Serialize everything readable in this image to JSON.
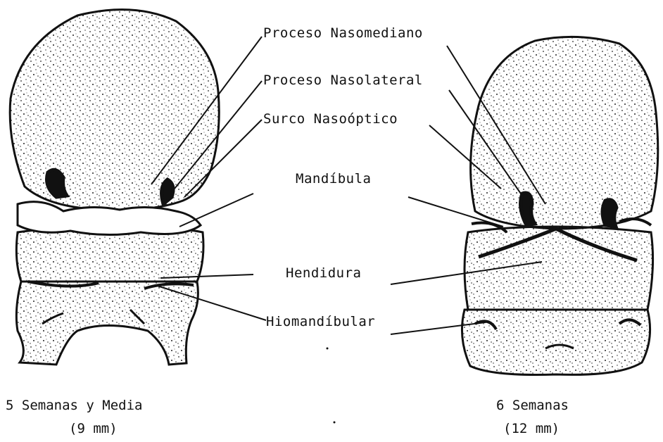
{
  "labels": {
    "proceso_nasomediano": "Proceso Nasomediano",
    "proceso_nasolateral": "Proceso Nasolateral",
    "surco_nasooptico": "Surco Nasoóptico",
    "mandibula": "Mandíbula",
    "hendidura": "Hendidura",
    "hiomandibular": "Hiomandíbular"
  },
  "captions": {
    "left_line1": "5 Semanas y Media",
    "left_line2": "(9 mm)",
    "right_line1": "6 Semanas",
    "right_line2": "(12 mm)"
  },
  "colors": {
    "ink": "#111111",
    "paper": "#ffffff"
  }
}
